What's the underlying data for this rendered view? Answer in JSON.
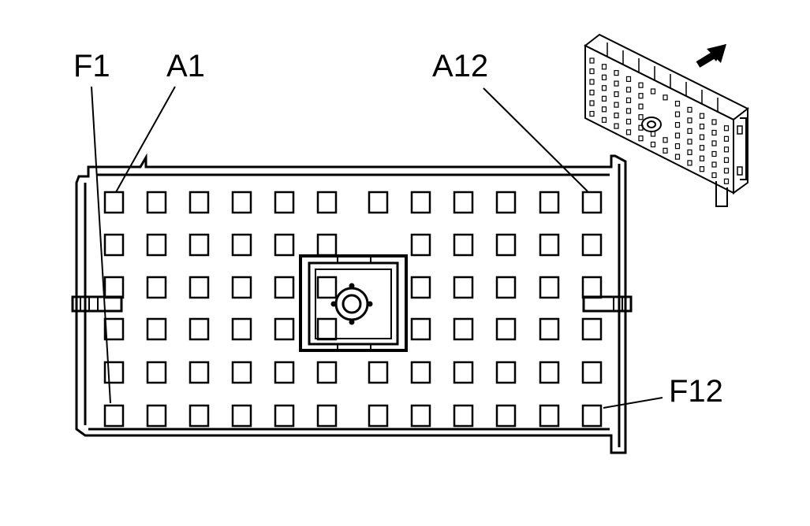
{
  "diagram": {
    "labels": {
      "f1": "F1",
      "a1": "A1",
      "a12": "A12",
      "f12": "F12"
    },
    "grid": {
      "rows": 6,
      "cols": 12
    },
    "colors": {
      "ink": "#000000",
      "background": "#ffffff"
    },
    "icons": [
      "direction-arrow-icon",
      "connector-isometric-view"
    ]
  }
}
